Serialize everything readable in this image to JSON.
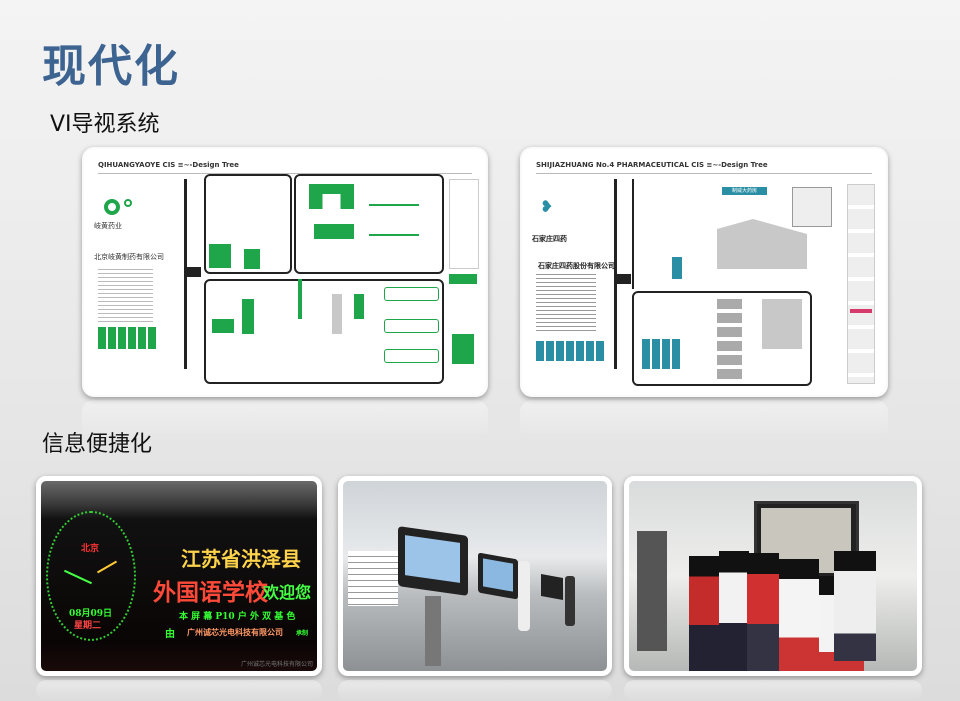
{
  "title": "现代化",
  "section1": {
    "heading": "VI导视系统",
    "card1": {
      "header": "QIHUANGYAOYE CIS ≡~-Design Tree",
      "brand_cn": "岐黄药业",
      "company": "北京岐黄制药有限公司"
    },
    "card2": {
      "header": "SHIJIAZHUANG No.4 PHARMACEUTICAL CIS ≡~-Design Tree",
      "brand_cn": "石家庄四药",
      "company": "石家庄四药股份有限公司",
      "sign_text": "制威大药房"
    }
  },
  "section2": {
    "heading": "信息便捷化",
    "led": {
      "clock_city": "北京",
      "date": "08月09日",
      "weekday": "星期二",
      "line1": "江苏省洪泽县",
      "line2a": "外国语学校",
      "line2b": "欢迎您",
      "line3": "本 屏 幕 P10 户 外 双 基 色",
      "line4a": "由",
      "line4b": "广州诚芯光电科技有限公司",
      "line4c": "承制",
      "watermark": "广州诚芯光电科技有限公司"
    }
  },
  "colors": {
    "title": "#3d6391",
    "green": "#1fa64a",
    "teal": "#2a8fa5"
  }
}
